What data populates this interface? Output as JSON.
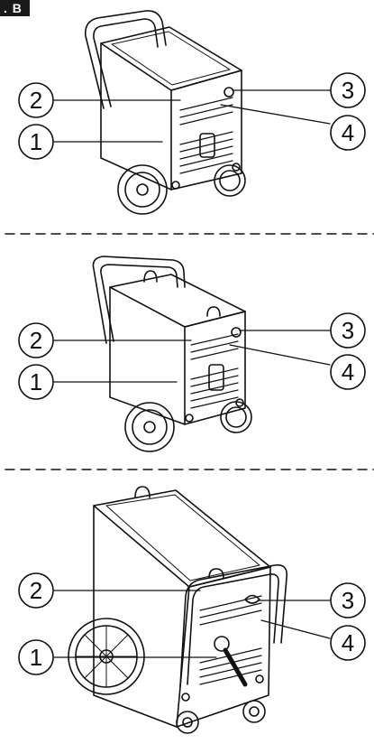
{
  "figure_tag": ". B",
  "panels": [
    {
      "callouts": [
        {
          "label": "2"
        },
        {
          "label": "1"
        },
        {
          "label": "3"
        },
        {
          "label": "4"
        }
      ]
    },
    {
      "callouts": [
        {
          "label": "2"
        },
        {
          "label": "1"
        },
        {
          "label": "3"
        },
        {
          "label": "4"
        }
      ]
    },
    {
      "callouts": [
        {
          "label": "2"
        },
        {
          "label": "1"
        },
        {
          "label": "3"
        },
        {
          "label": "4"
        }
      ]
    }
  ]
}
